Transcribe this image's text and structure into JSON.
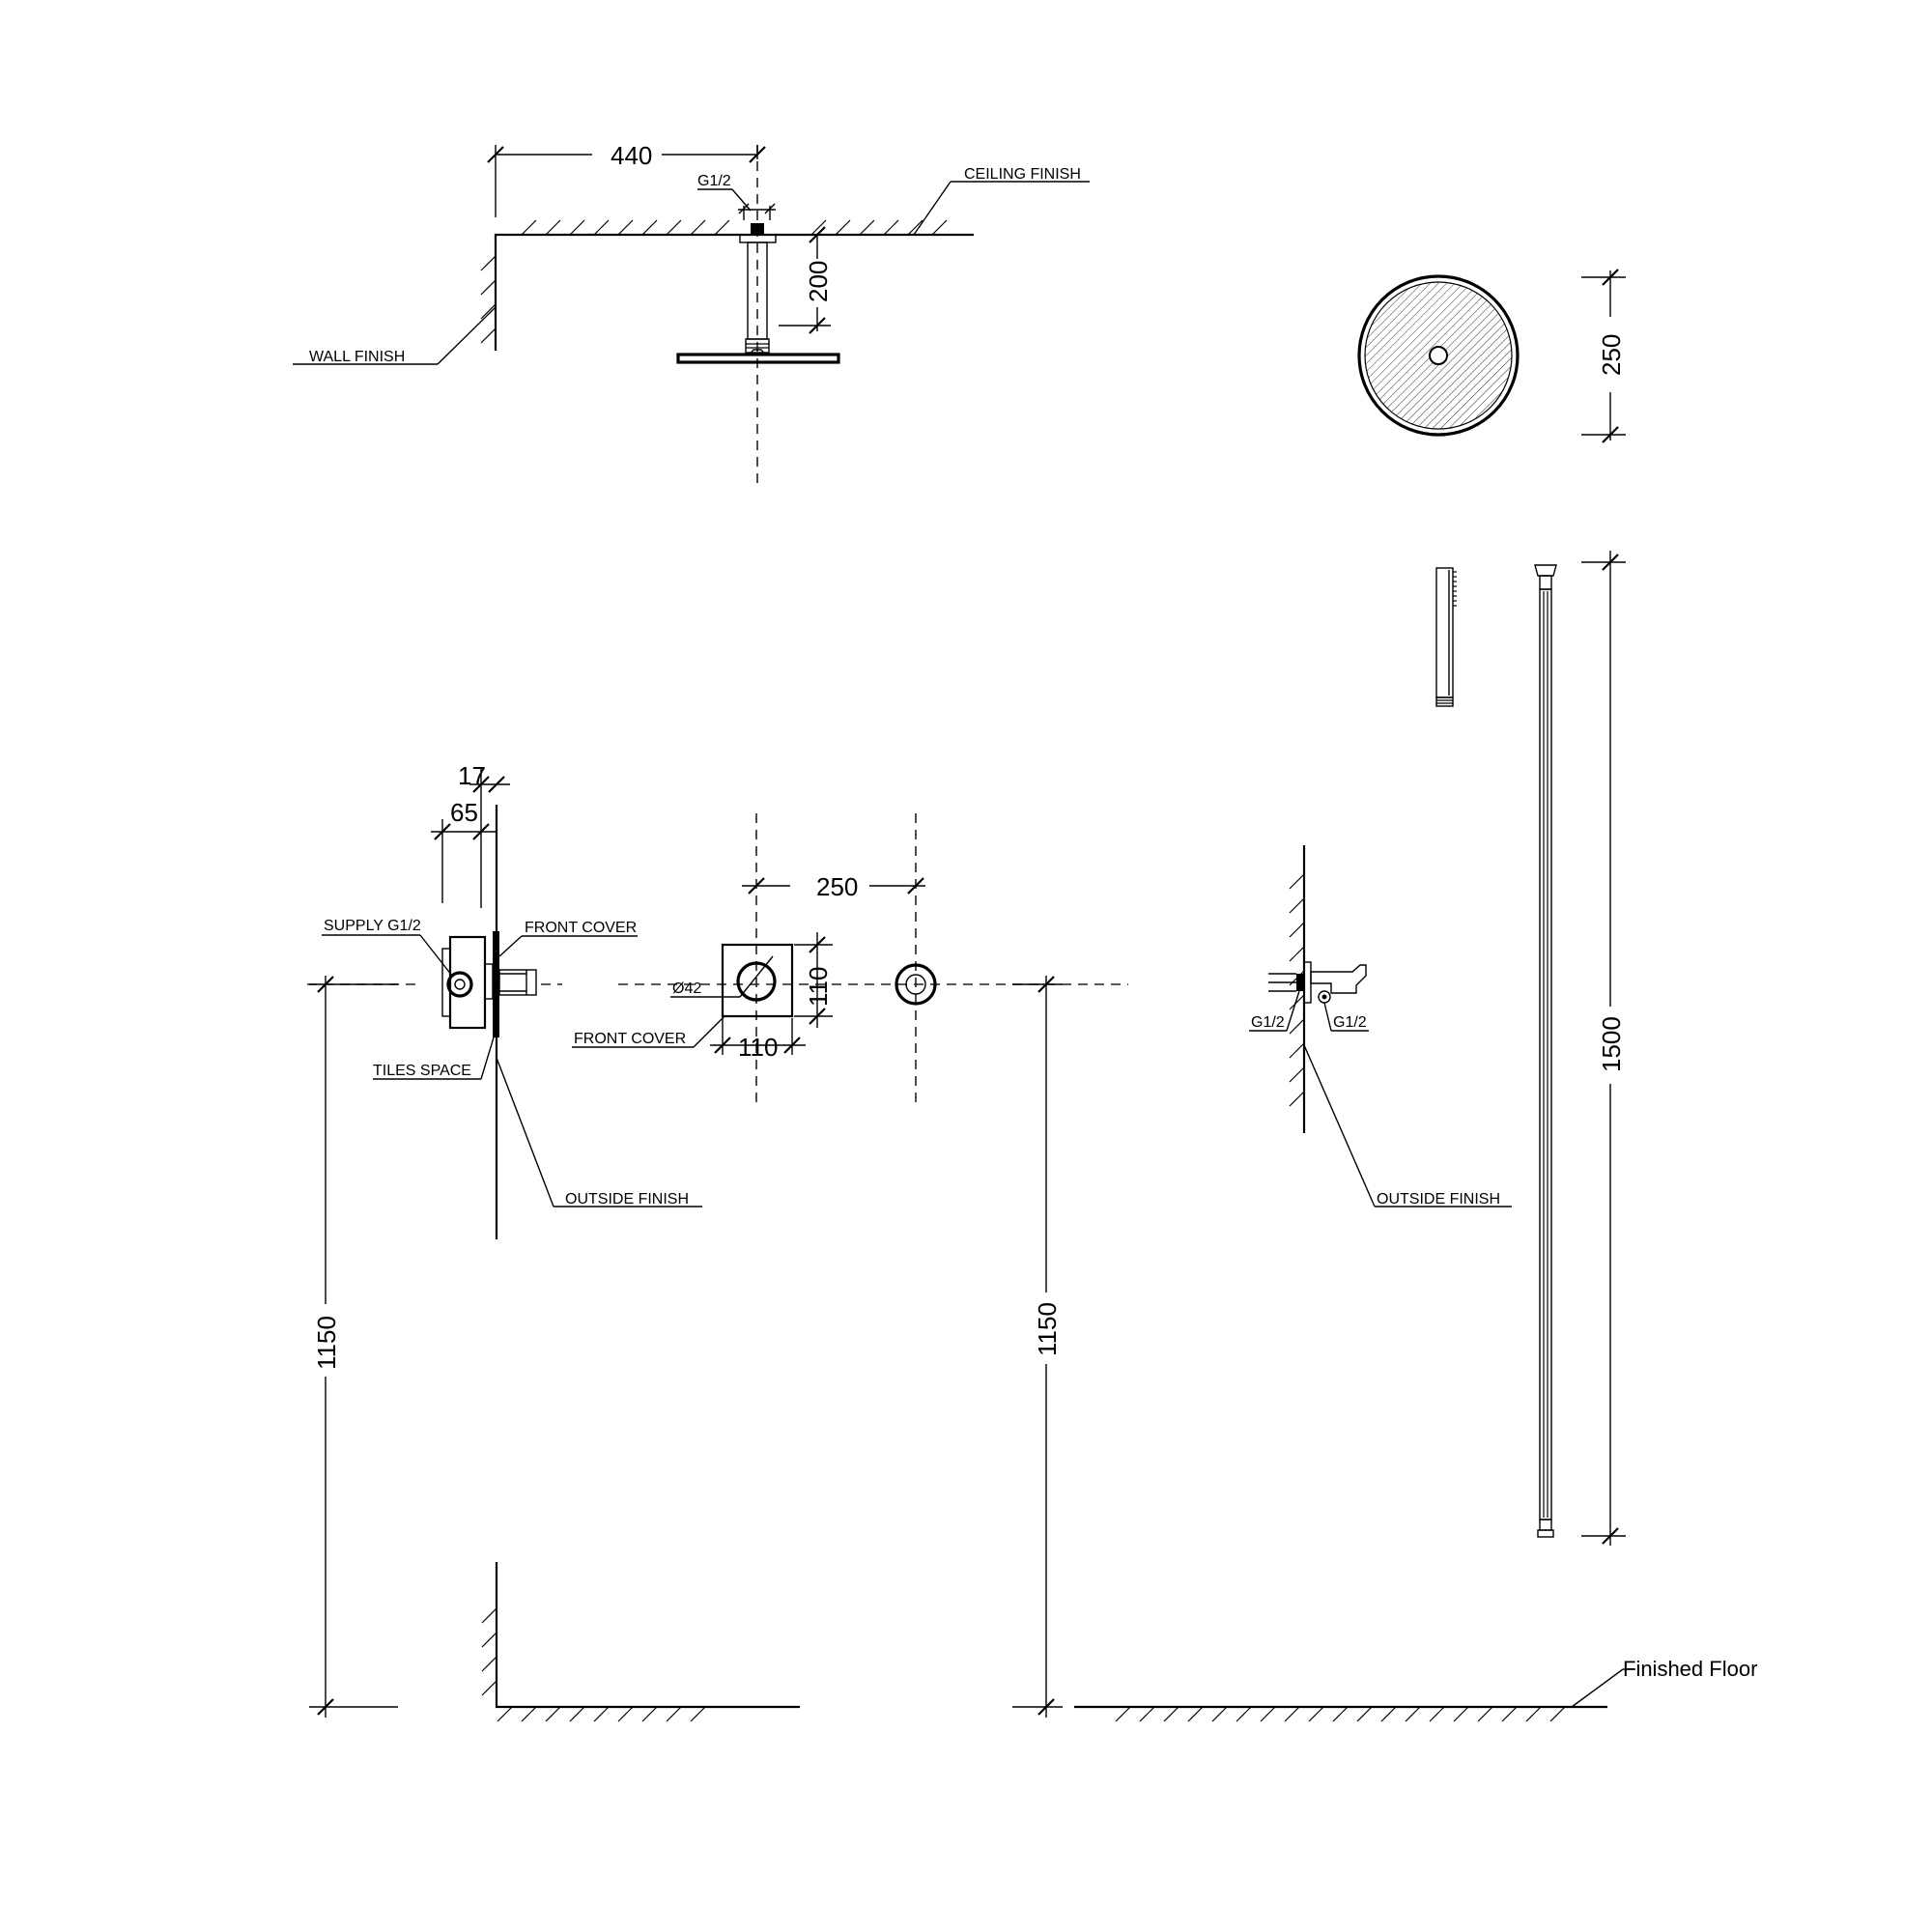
{
  "dimensions": {
    "d440": "440",
    "d200": "200",
    "d250_top": "250",
    "d17": "17",
    "d65": "65",
    "d250_mid": "250",
    "d110_v": "110",
    "d110_h": "110",
    "d1150_left": "1150",
    "d1150_right": "1150",
    "d1500": "1500"
  },
  "labels": {
    "g12_ceiling": "G1/2",
    "ceiling_finish": "CEILING FINISH",
    "wall_finish": "WALL FINISH",
    "supply_g12": "SUPPLY G1/2",
    "front_cover_side": "FRONT COVER",
    "front_cover_front": "FRONT COVER",
    "dia42": "Ø42",
    "tiles_space": "TILES SPACE",
    "outside_finish_left": "OUTSIDE FINISH",
    "outside_finish_right": "OUTSIDE FINISH",
    "g12_wall_left": "G1/2",
    "g12_wall_right": "G1/2",
    "finished_floor": "Finished Floor"
  }
}
